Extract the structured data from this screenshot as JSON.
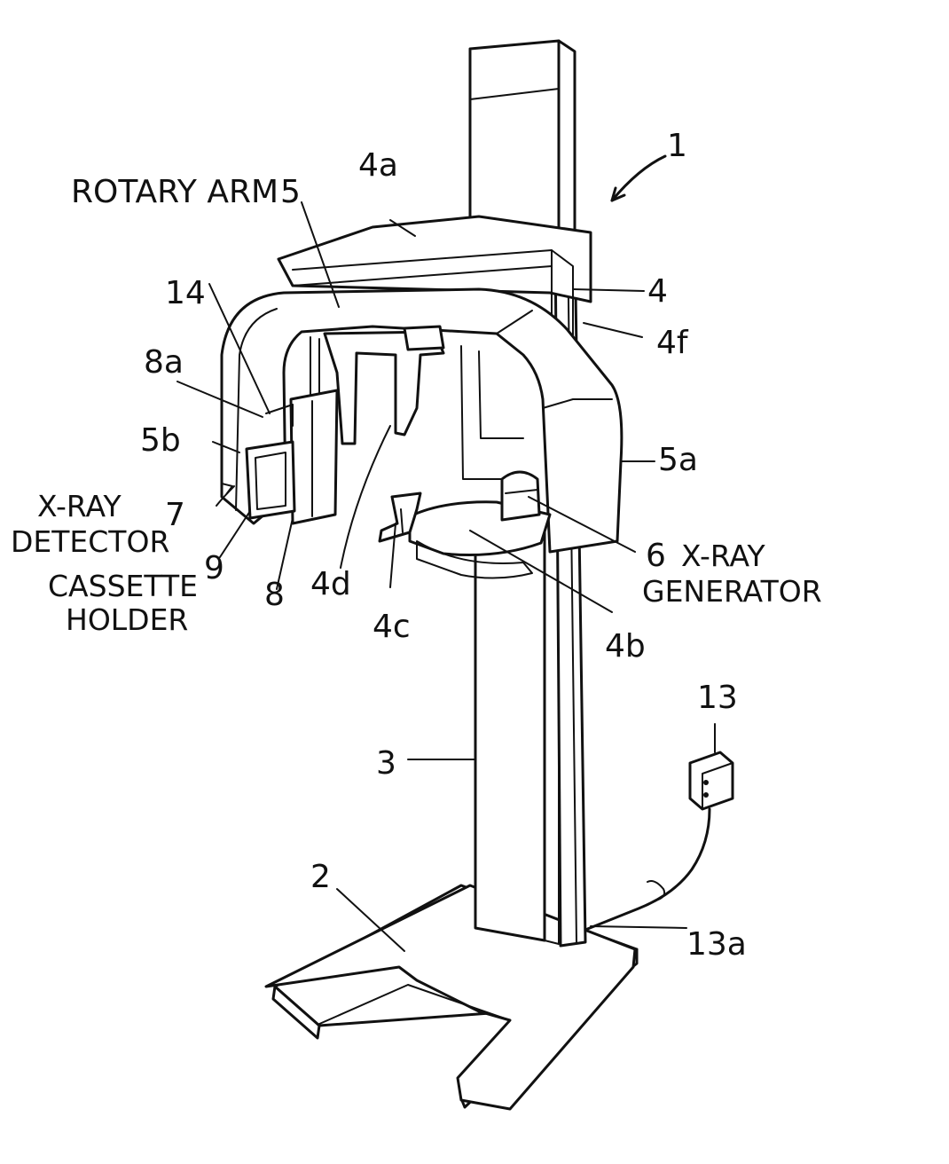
{
  "labels": {
    "l1": "1",
    "l2": "2",
    "l3": "3",
    "l4": "4",
    "l4a": "4a",
    "l4b": "4b",
    "l4c": "4c",
    "l4d": "4d",
    "l4f": "4f",
    "rotary_arm": "ROTARY ARM",
    "l5": "5",
    "l5a": "5a",
    "l5b": "5b",
    "l6": "6",
    "xray_generator_1": "X-RAY",
    "xray_generator_2": "GENERATOR",
    "l7": "7",
    "xray_detector_1": "X-RAY",
    "xray_detector_2": "DETECTOR",
    "l8": "8",
    "l8a": "8a",
    "l9": "9",
    "cassette_holder_1": "CASSETTE",
    "cassette_holder_2": "HOLDER",
    "l13": "13",
    "l13a": "13a",
    "l14": "14"
  },
  "colors": {
    "ink": "#111111",
    "paper": "#ffffff"
  }
}
